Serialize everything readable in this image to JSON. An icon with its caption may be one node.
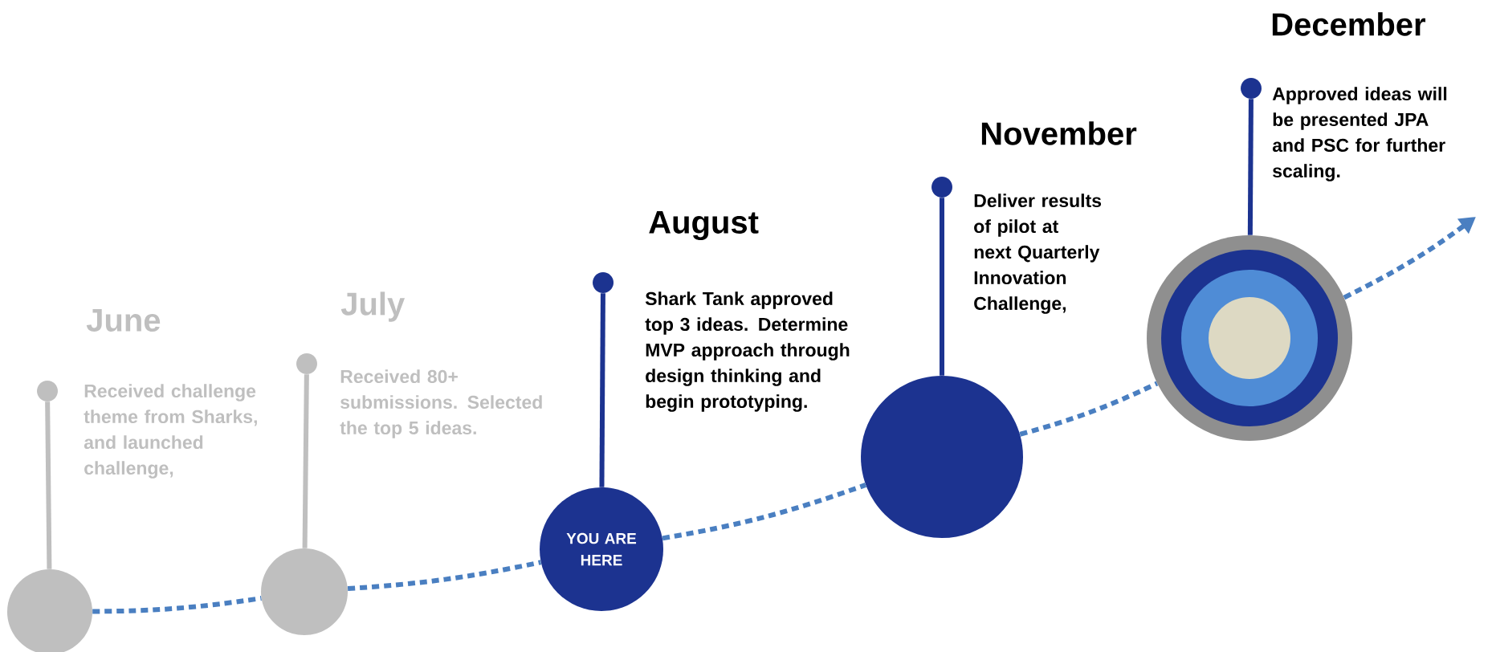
{
  "diagram": {
    "nodes": [
      {
        "text": [],
        "shape": "circle"
      },
      {
        "text": [],
        "shape": "circle"
      },
      {
        "text": [],
        "shape": "circle"
      },
      {
        "text": [],
        "shape": "circle"
      },
      {
        "text": [],
        "shape": "circle"
      },
      {
        "text": [
          "YOU ARE HERE"
        ]
      },
      {
        "text": [],
        "shape": "circle"
      },
      {
        "text": [],
        "shape": "circle"
      },
      {
        "text": [],
        "shape": "circle"
      },
      {
        "text": [],
        "shape": "circle"
      }
    ],
    "edges": [
      {
        "from": 0,
        "to": 1,
        "arrow": "none",
        "color": "#bfbfbf"
      },
      {
        "from": 2,
        "to": 3,
        "arrow": "none",
        "color": "#bfbfbf"
      },
      {
        "from": 4,
        "to": 5,
        "arrow": "none",
        "color": "#1c3390"
      },
      {
        "from": 6,
        "to": 7,
        "arrow": "none",
        "color": "#1c3390"
      },
      {
        "from": 8,
        "to": 9,
        "arrow": "none",
        "color": "#1c3390"
      },
      {
        "from": 1,
        "to": 3,
        "arrow": "none",
        "style": "dashed",
        "color": "#4a7fc1"
      },
      {
        "from": 3,
        "to": 5,
        "arrow": "none",
        "style": "dashed",
        "color": "#4a7fc1"
      },
      {
        "from": 5,
        "to": 7,
        "arrow": "none",
        "style": "dashed",
        "color": "#4a7fc1"
      },
      {
        "from": 7,
        "to": 9,
        "arrow": "none",
        "style": "dashed",
        "color": "#4a7fc1"
      },
      {
        "from": 9,
        "to": null,
        "arrow": "to",
        "style": "dashed",
        "color": "#4a7fc1"
      }
    ],
    "labels": [
      "June",
      "Received challenge theme from Sharks, and launched challenge,",
      "July",
      "Received 80+ submissions. Selected the top 5 ideas.",
      "August",
      "Shark Tank approved top 3 ideas. Determine MVP approach through design thinking and begin prototyping.",
      "November",
      "Deliver results of pilot at next Quarterly Innovation Challenge,",
      "December",
      "Approved ideas will be presented JPA and PSC for further scaling."
    ]
  }
}
